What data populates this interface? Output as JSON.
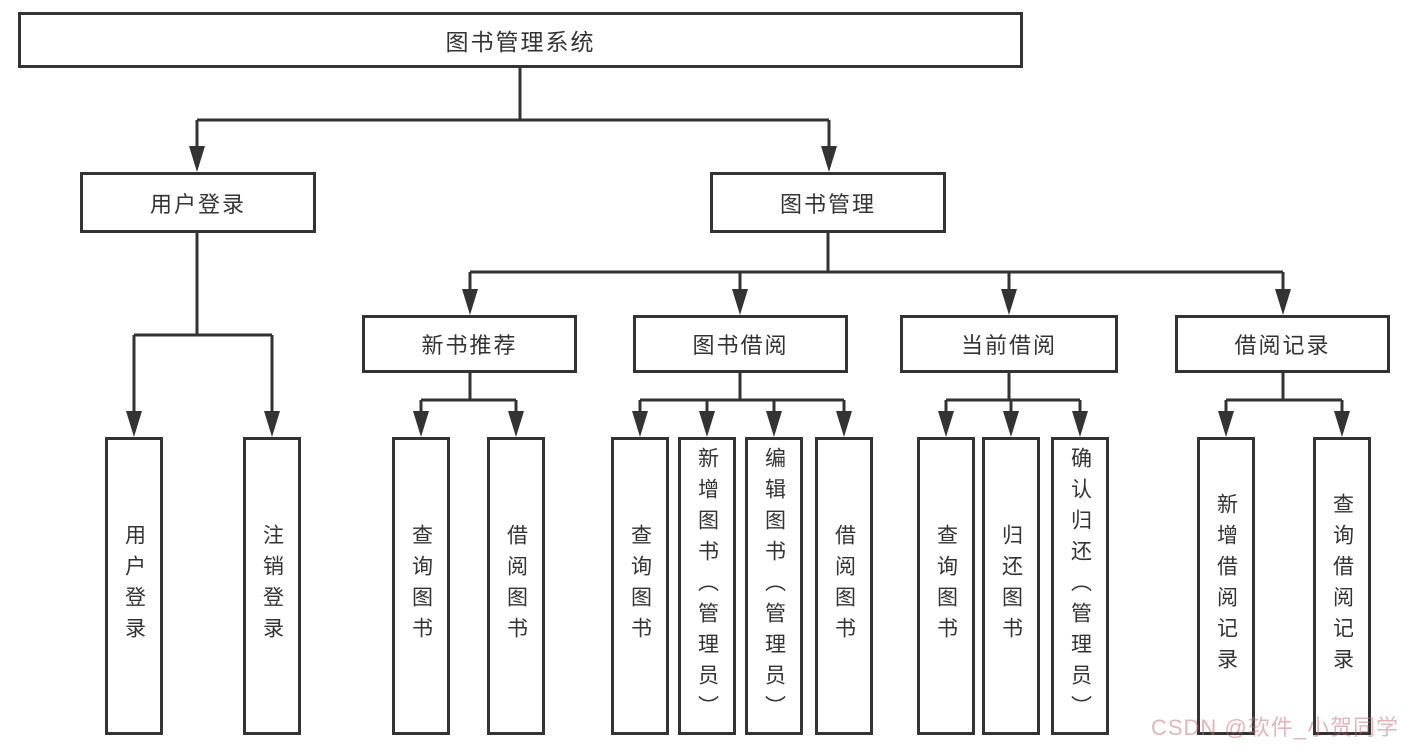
{
  "diagram": {
    "root": {
      "label": "图书管理系统"
    },
    "user_login": {
      "label": "用户登录",
      "children": {
        "login": {
          "label": "用户登录"
        },
        "logout": {
          "label": "注销登录"
        }
      }
    },
    "book_management": {
      "label": "图书管理",
      "children": {
        "new_book_recommend": {
          "label": "新书推荐",
          "children": {
            "query_books": {
              "label": "查询图书"
            },
            "borrow_books": {
              "label": "借阅图书"
            }
          }
        },
        "book_borrowing": {
          "label": "图书借阅",
          "children": {
            "query_books": {
              "label": "查询图书"
            },
            "add_books_admin": {
              "label": "新增图书（管理员）"
            },
            "edit_books_admin": {
              "label": "编辑图书（管理员）"
            },
            "borrow_books": {
              "label": "借阅图书"
            }
          }
        },
        "current_borrowing": {
          "label": "当前借阅",
          "children": {
            "query_books": {
              "label": "查询图书"
            },
            "return_books": {
              "label": "归还图书"
            },
            "confirm_return_admin": {
              "label": "确认归还（管理员）"
            }
          }
        },
        "borrowing_records": {
          "label": "借阅记录",
          "children": {
            "add_borrow_record": {
              "label": "新增借阅记录"
            },
            "query_borrow_record": {
              "label": "查询借阅记录"
            }
          }
        }
      }
    }
  },
  "watermark": {
    "text": "CSDN @软件_小贺同学"
  },
  "colors": {
    "line": "#333333",
    "background": "#ffffff",
    "watermark": "#c66c78"
  }
}
